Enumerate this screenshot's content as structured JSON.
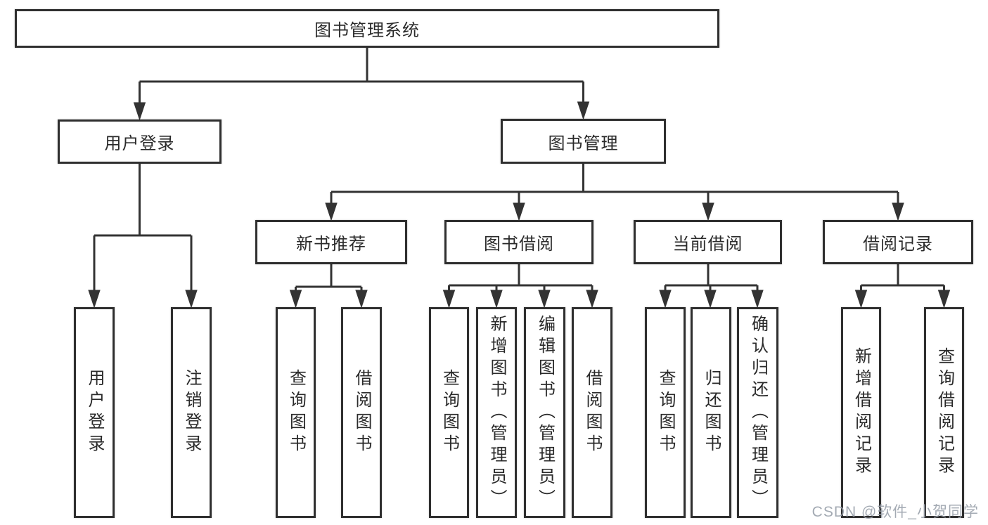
{
  "diagram": {
    "root": "图书管理系统",
    "level2": {
      "user_login": "用户登录",
      "book_management": "图书管理"
    },
    "level3": {
      "new_book_recommend": "新书推荐",
      "book_borrow": "图书借阅",
      "current_borrow": "当前借阅",
      "borrow_records": "借阅记录"
    },
    "leaves": {
      "user_login": [
        "用户登录",
        "注销登录"
      ],
      "new_book_recommend": [
        "查询图书",
        "借阅图书"
      ],
      "book_borrow": [
        "查询图书",
        "新增图书（管理员）",
        "编辑图书（管理员）",
        "借阅图书"
      ],
      "current_borrow": [
        "查询图书",
        "归还图书",
        "确认归还（管理员）"
      ],
      "borrow_records": [
        "新增借阅记录",
        "查询借阅记录"
      ]
    }
  },
  "watermark": "CSDN @软件_小贺同学",
  "colors": {
    "line": "#333333",
    "border": "#2f2f2f",
    "text": "#2a2a2a",
    "bg": "#ffffff",
    "watermark": "#9aa1ab"
  }
}
